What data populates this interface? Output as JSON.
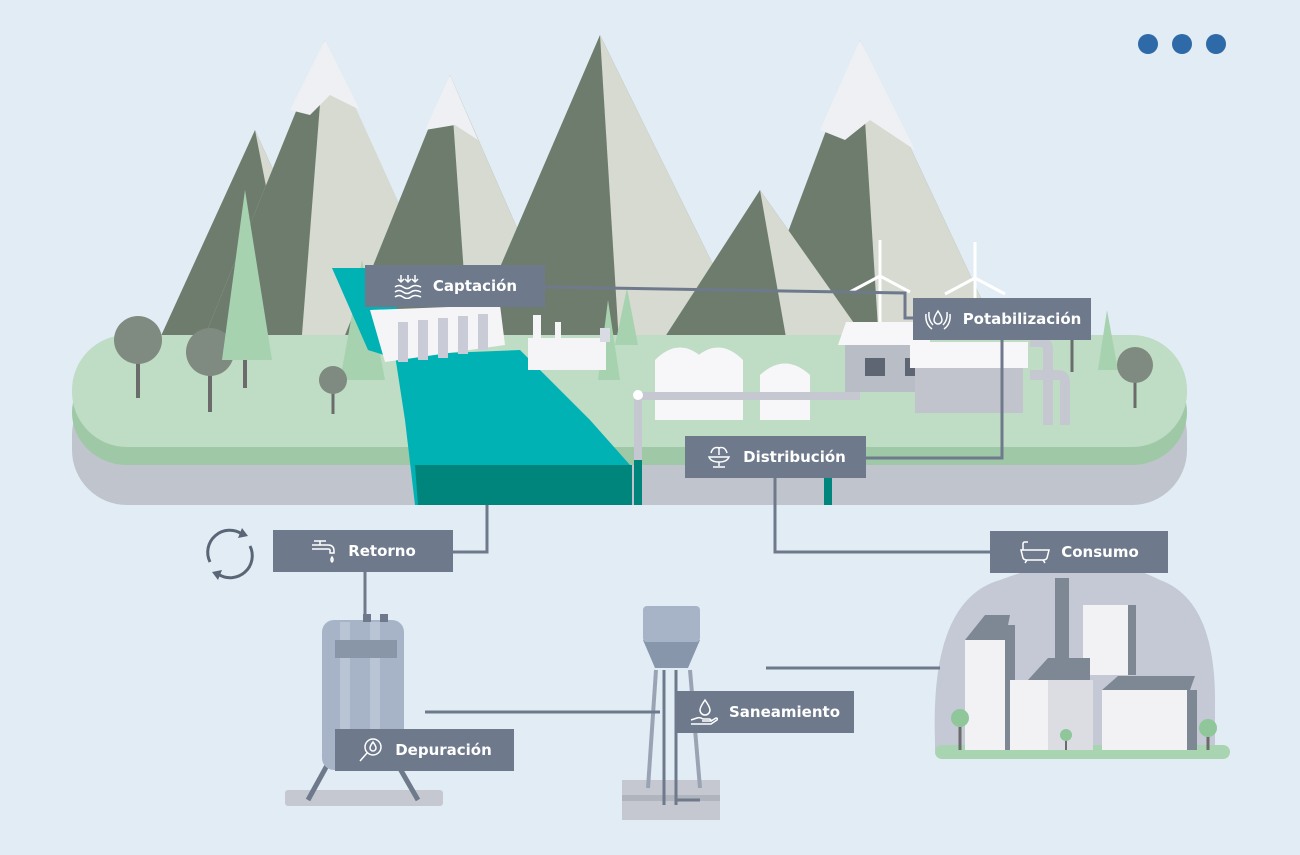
{
  "colors": {
    "background": "#e2ecf5",
    "label_bg": "#6e7a8c",
    "accent_blue": "#2f6aa8",
    "water": "#00b2b4",
    "water_dark": "#00857c",
    "ground": "#bfdcc4",
    "mountain_dark": "#6e7c6e",
    "mountain_light": "#d6dad0"
  },
  "stages": {
    "captacion": {
      "label": "Captación",
      "icon": "water-intake-icon"
    },
    "potabilizacion": {
      "label": "Potabilización",
      "icon": "hands-drop-icon"
    },
    "distribucion": {
      "label": "Distribución",
      "icon": "fountain-icon"
    },
    "consumo": {
      "label": "Consumo",
      "icon": "bathtub-icon"
    },
    "retorno": {
      "label": "Retorno",
      "icon": "faucet-icon"
    },
    "depuracion": {
      "label": "Depuración",
      "icon": "magnifier-drop-icon"
    },
    "saneamiento": {
      "label": "Saneamiento",
      "icon": "hand-drop-icon"
    }
  },
  "controls": {
    "menu": "more-dots-icon",
    "cycle": "cycle-arrows-icon"
  }
}
